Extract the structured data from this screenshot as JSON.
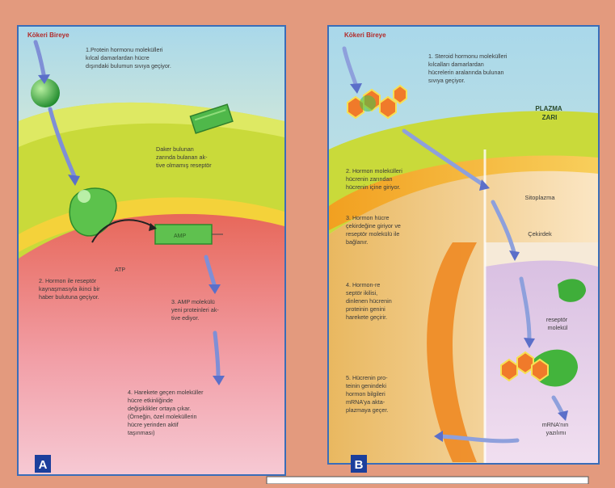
{
  "panel_a": {
    "badge": "A",
    "source_label": "Kökeri Bireye",
    "step1": [
      "1.Protein hormonu molekülleri",
      "kılcal damarlardan hücre",
      "dışındaki bulumun sıvıya geçiyor."
    ],
    "receptor_text": [
      "Daker bulunan",
      "zarında bulanan ak-",
      "tive olmamış reseptör"
    ],
    "step2": [
      "2. Hormon ile reseptör",
      "kaynaşmasıyla ikinci bir",
      "haber bulutuna geçiyor."
    ],
    "atp": "ATP",
    "amp": "AMP",
    "step3": [
      "3. AMP molekülü",
      "yeni proteinleri ak-",
      "tive ediyor."
    ],
    "step4": [
      "4. Harekete geçen moleküller",
      "hücre etkinliğinde",
      "değişiklikler ortaya çıkar.",
      "(Örneğin, özel moleküllerin",
      "hücre yerinden aktif",
      "taşınması)"
    ]
  },
  "panel_b": {
    "badge": "B",
    "source_label": "Kökeri Bireye",
    "step1": [
      "1. Steroid hormonu molekülleri",
      "kılcalları damarlardan",
      "hücrelerin aralarında bulunan",
      "sıvıya geçiyor."
    ],
    "plasma_label": [
      "PLAZMA",
      "ZARI"
    ],
    "step2": [
      "2. Hormon molekülleri",
      "hücrenin zarından",
      "hücrenin içine giriyor."
    ],
    "step3": [
      "3. Hormon hücre",
      "çekirdeğine giriyor ve",
      "reseptör molekülü ile",
      "bağlanır."
    ],
    "step4": [
      "4. Hormon-re",
      "septör ikilisi,",
      "dinlenen hücrenin",
      "proteinin genini",
      "harekete geçirir."
    ],
    "step5": [
      "5. Hücrenin pro-",
      "teinin genindeki",
      "hormon bilgileri",
      "mRNA'ya akta-",
      "plazmaya geçer."
    ],
    "cytoplasm": "Sitoplazma",
    "nucleus": "Çekirdek",
    "receptor_label": [
      "reseptör",
      "molekül"
    ],
    "mrna_label": [
      "mRNA'nın",
      "yazılımı"
    ]
  }
}
